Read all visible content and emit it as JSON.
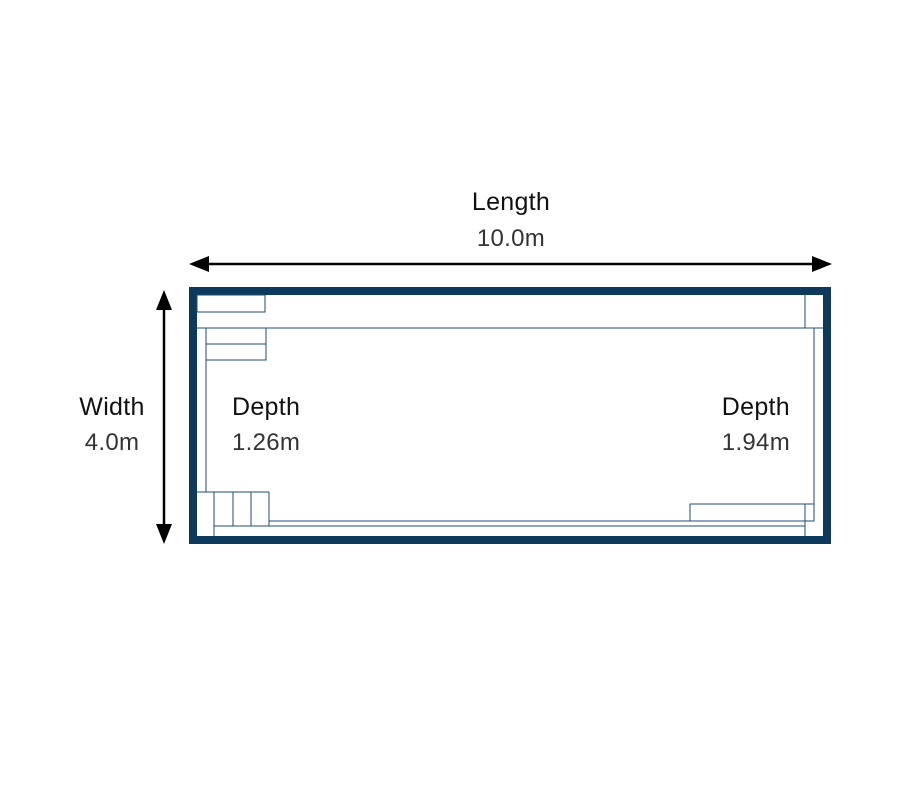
{
  "pool": {
    "length": {
      "heading": "Length",
      "value": "10.0m"
    },
    "width": {
      "heading": "Width",
      "value": "4.0m"
    },
    "shallow_end": {
      "heading": "Depth",
      "value": "1.26m"
    },
    "deep_end": {
      "heading": "Depth",
      "value": "1.94m"
    }
  },
  "colors": {
    "frame": "#0d3a5c",
    "line": "#1f4e74",
    "arrow": "#000000"
  }
}
